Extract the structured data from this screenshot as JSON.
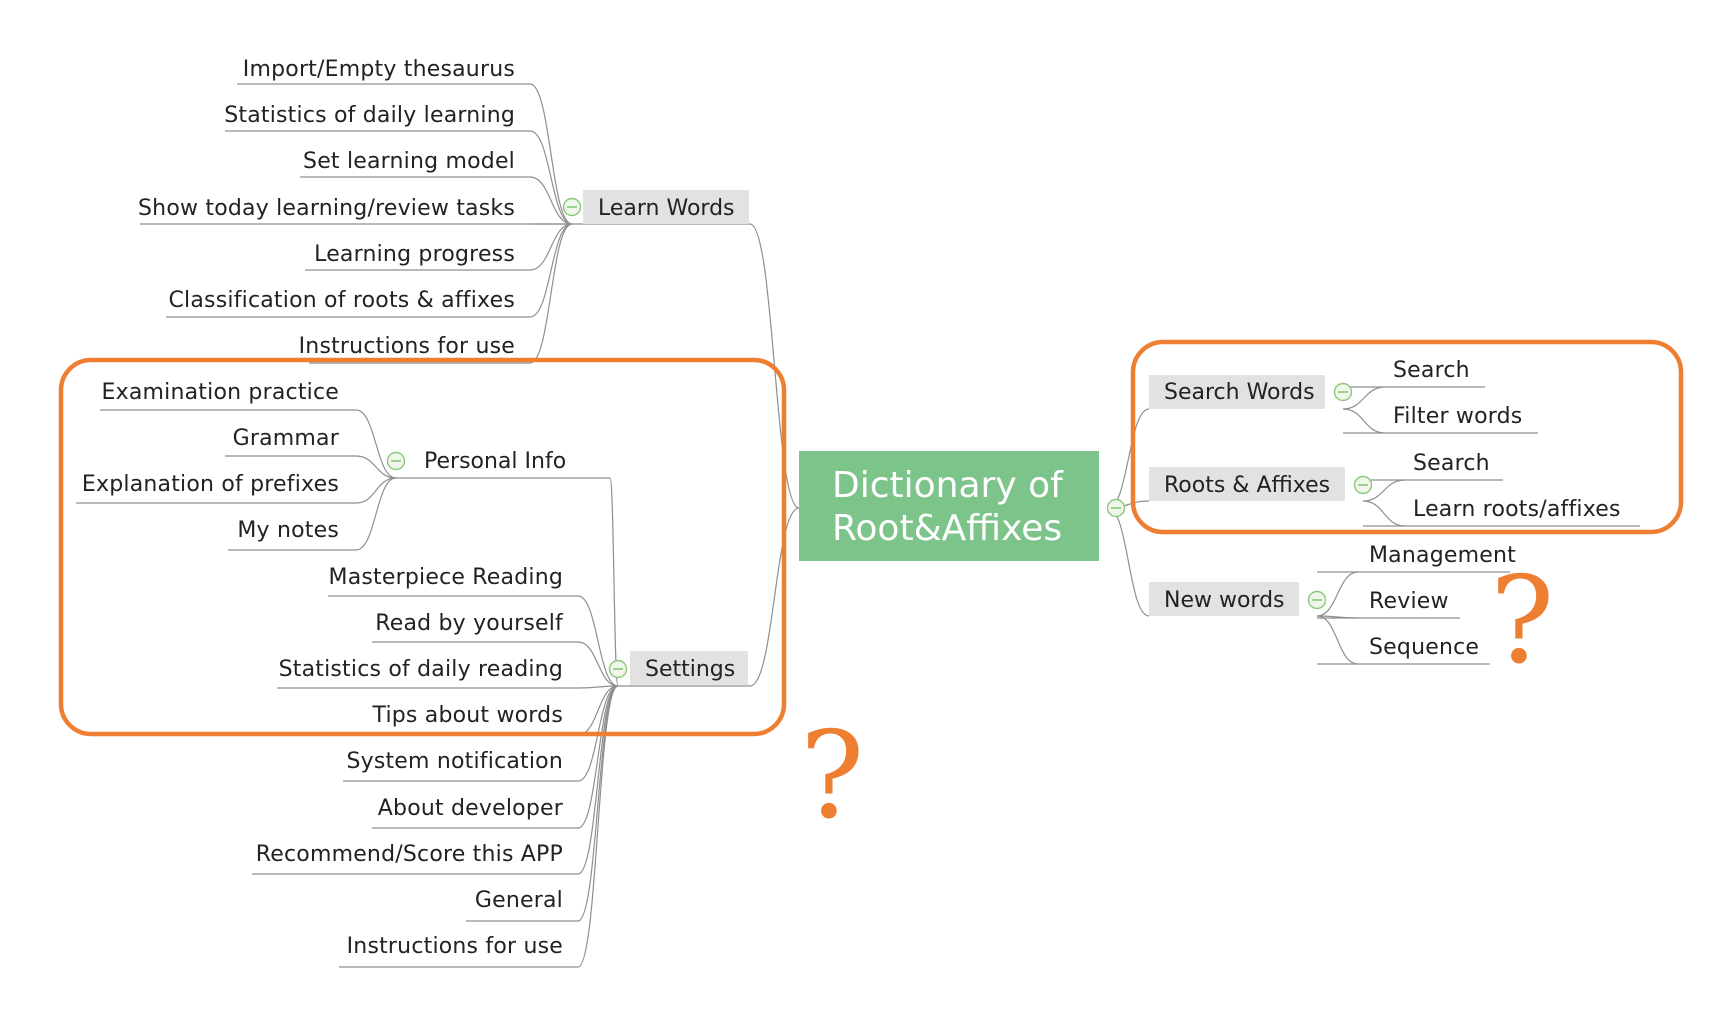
{
  "central_topic": {
    "line1": "Dictionary of",
    "line2": "Root&Affixes",
    "color": "#7cc48a"
  },
  "branches": {
    "learn_words": {
      "label": "Learn Words",
      "items": [
        "Import/Empty thesaurus",
        "Statistics of daily learning",
        "Set learning model",
        "Show today learning/review tasks",
        "Learning progress",
        "Classification of roots & affixes",
        "Instructions for use"
      ]
    },
    "personal_info": {
      "label": "Personal Info",
      "items": [
        "Examination practice",
        "Grammar",
        "Explanation of prefixes",
        "My notes"
      ]
    },
    "settings": {
      "label": "Settings",
      "items": [
        "Masterpiece Reading",
        "Read by yourself",
        "Statistics of daily reading",
        "Tips about words",
        "System notification",
        "About developer",
        "Recommend/Score this APP",
        "General",
        "Instructions for use"
      ]
    },
    "search_words": {
      "label": "Search Words",
      "items": [
        "Search",
        "Filter words"
      ]
    },
    "roots_affixes": {
      "label": "Roots & Affixes",
      "items": [
        "Search",
        "Learn roots/affixes"
      ]
    },
    "new_words": {
      "label": "New words",
      "items": [
        "Management",
        "Review",
        "Sequence"
      ]
    }
  },
  "annotations": {
    "question_mark": "?",
    "highlight_color": "#ee7f32"
  },
  "icons": {
    "collapse_toggle": "collapse-toggle-icon"
  }
}
